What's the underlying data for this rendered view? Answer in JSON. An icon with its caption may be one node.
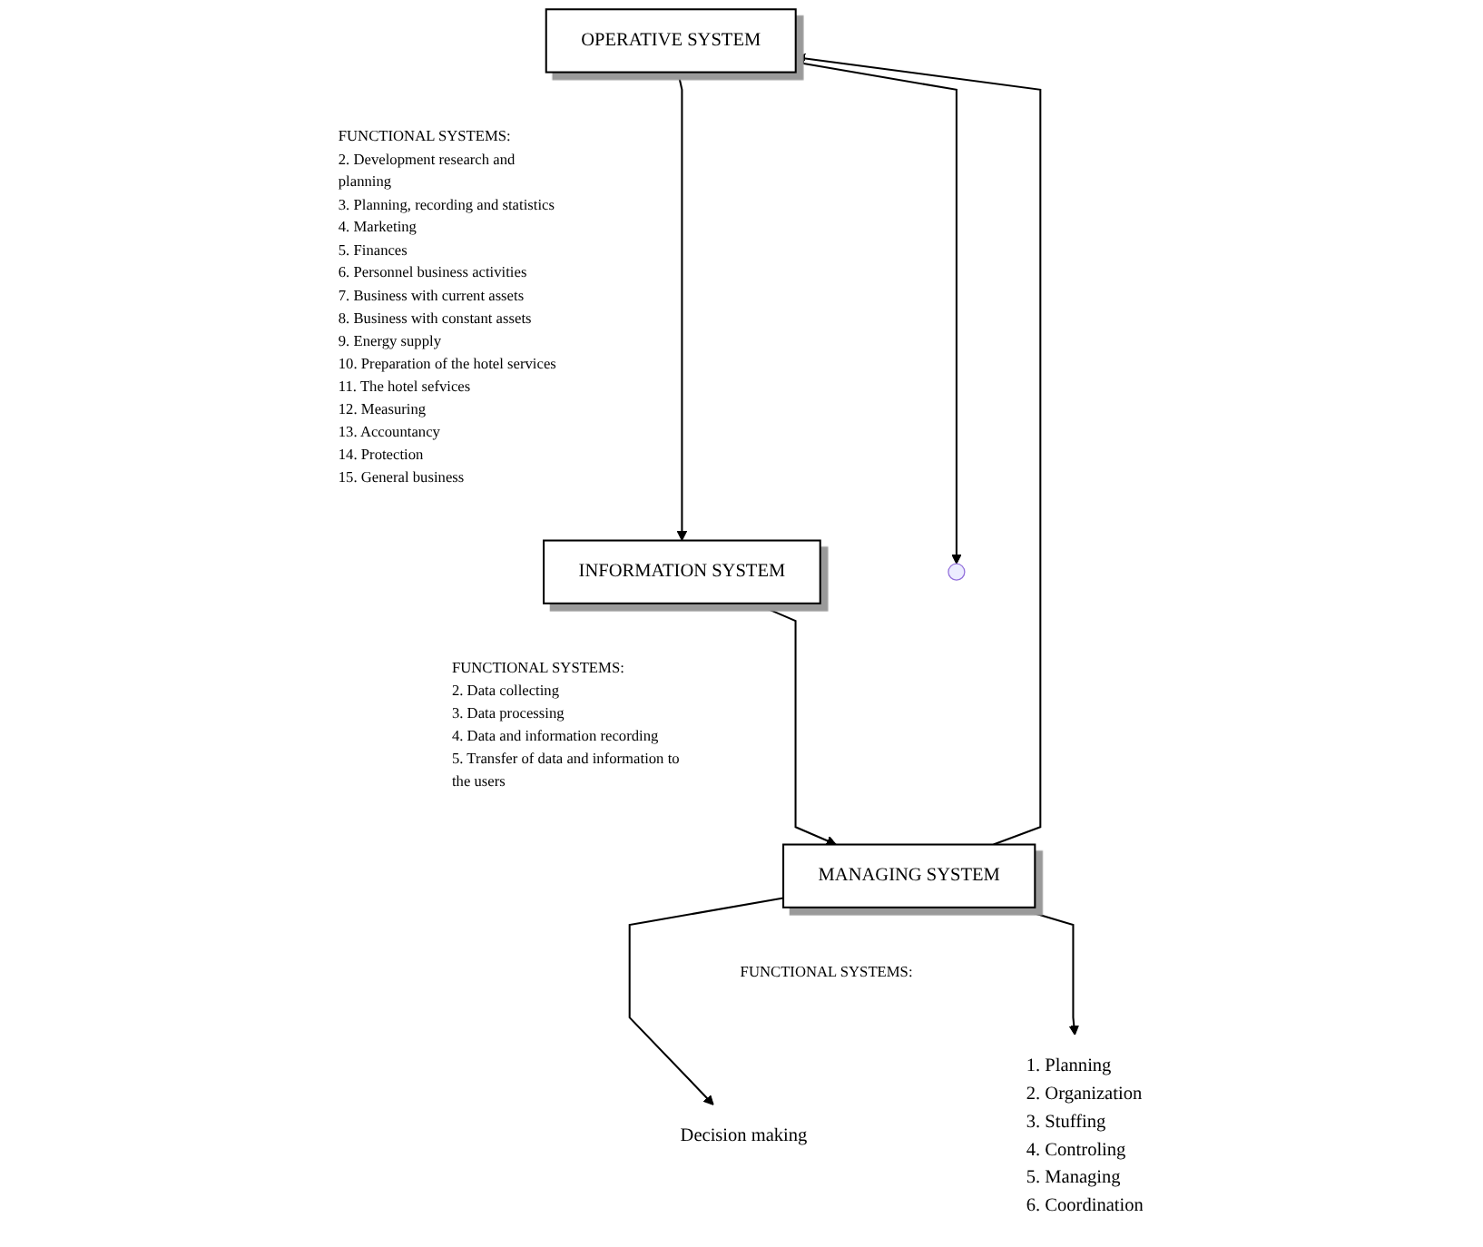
{
  "diagram": {
    "nodes": [
      {
        "text": [
          "OPERATIVE SYSTEM"
        ],
        "beside": [
          "FUNCTIONAL SYSTEMS:",
          "2. Development research and planning",
          "3. Planning, recording and statistics",
          "4. Marketing",
          "5. Finances",
          "6. Personnel business activities",
          "7. Business with current assets",
          "8. Business with constant assets",
          "9. Energy supply",
          "10. Preparation of the hotel services",
          "11. The hotel sefvices",
          "12. Measuring",
          "13. Accountancy",
          "14. Protection",
          "15. General business"
        ]
      },
      {
        "text": [
          "INFORMATION SYSTEM"
        ],
        "beside": [
          "FUNCTIONAL SYSTEMS:",
          "2. Data collecting",
          "3. Data processing",
          "4. Data and information recording",
          "5. Transfer of data and information to the users"
        ]
      },
      {
        "text": [
          "MANAGING SYSTEM"
        ],
        "beside": [
          "FUNCTIONAL SYSTEMS:"
        ]
      },
      {
        "text": [
          "Decision making"
        ]
      },
      {
        "text": [
          "1. Planning",
          "2. Organization",
          "3. Stuffing",
          "4. Controling",
          "5. Managing",
          "6. Coordination"
        ]
      }
    ],
    "edges": [
      {
        "from": 0,
        "to": null,
        "arrow": "to"
      },
      {
        "from": 0,
        "to": 1,
        "arrow": "to"
      },
      {
        "from": 1,
        "to": 2,
        "arrow": "to"
      },
      {
        "from": 2,
        "to": 0,
        "arrow": "to"
      },
      {
        "from": 2,
        "to": 3,
        "arrow": "to"
      },
      {
        "from": 2,
        "to": 4,
        "arrow": "to"
      }
    ]
  }
}
